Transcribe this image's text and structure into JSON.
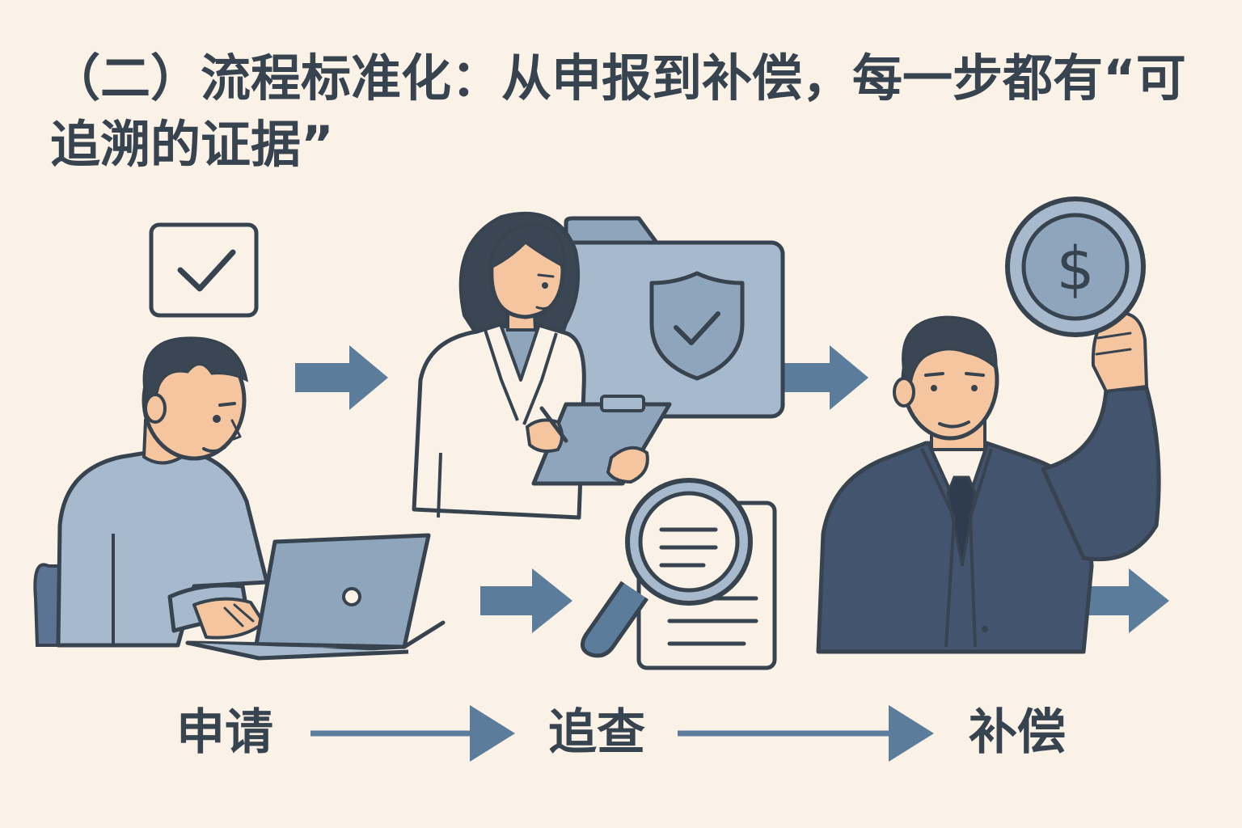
{
  "title": "（二）流程标准化：从申报到补偿，每一步都有“可追溯的证据”",
  "steps": [
    {
      "label": "申请",
      "icon": "laptop-user-icon"
    },
    {
      "label": "追查",
      "icon": "magnifier-document-icon"
    },
    {
      "label": "补偿",
      "icon": "coin-dollar-icon"
    }
  ],
  "coin_symbol": "$",
  "colors": {
    "background": "#FAF1E7",
    "ink": "#37434F",
    "arrow": "#5B7C9B",
    "light_blue": "#A7B9CC",
    "mid_blue": "#8FA5BC",
    "suit": "#42546E",
    "skin": "#F5C5A0"
  }
}
